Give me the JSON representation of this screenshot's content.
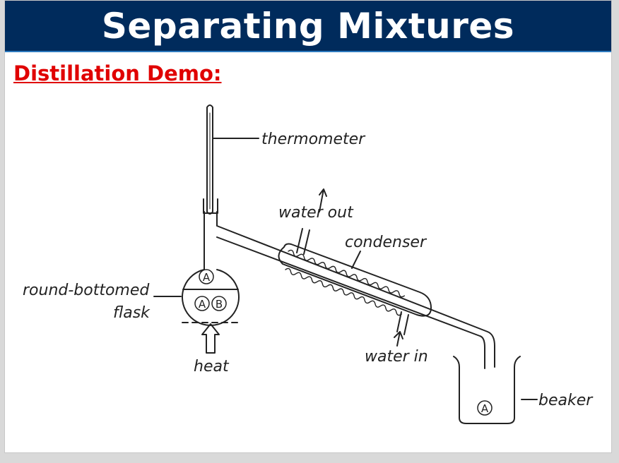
{
  "slide": {
    "title": "Separating Mixtures",
    "subtitle": "Distillation Demo:",
    "colors": {
      "title_bar": "#002b5c",
      "subtitle": "#e00000",
      "background": "#ffffff"
    }
  },
  "diagram": {
    "labels": {
      "thermometer": "thermometer",
      "water_out": "water out",
      "condenser": "condenser",
      "round_bottomed_1": "round-bottomed",
      "round_bottomed_2": "flask",
      "heat": "heat",
      "water_in": "water in",
      "beaker": "beaker"
    },
    "markers": {
      "vapour": "A",
      "mixture_a": "A",
      "mixture_b": "B",
      "distillate": "A"
    }
  }
}
